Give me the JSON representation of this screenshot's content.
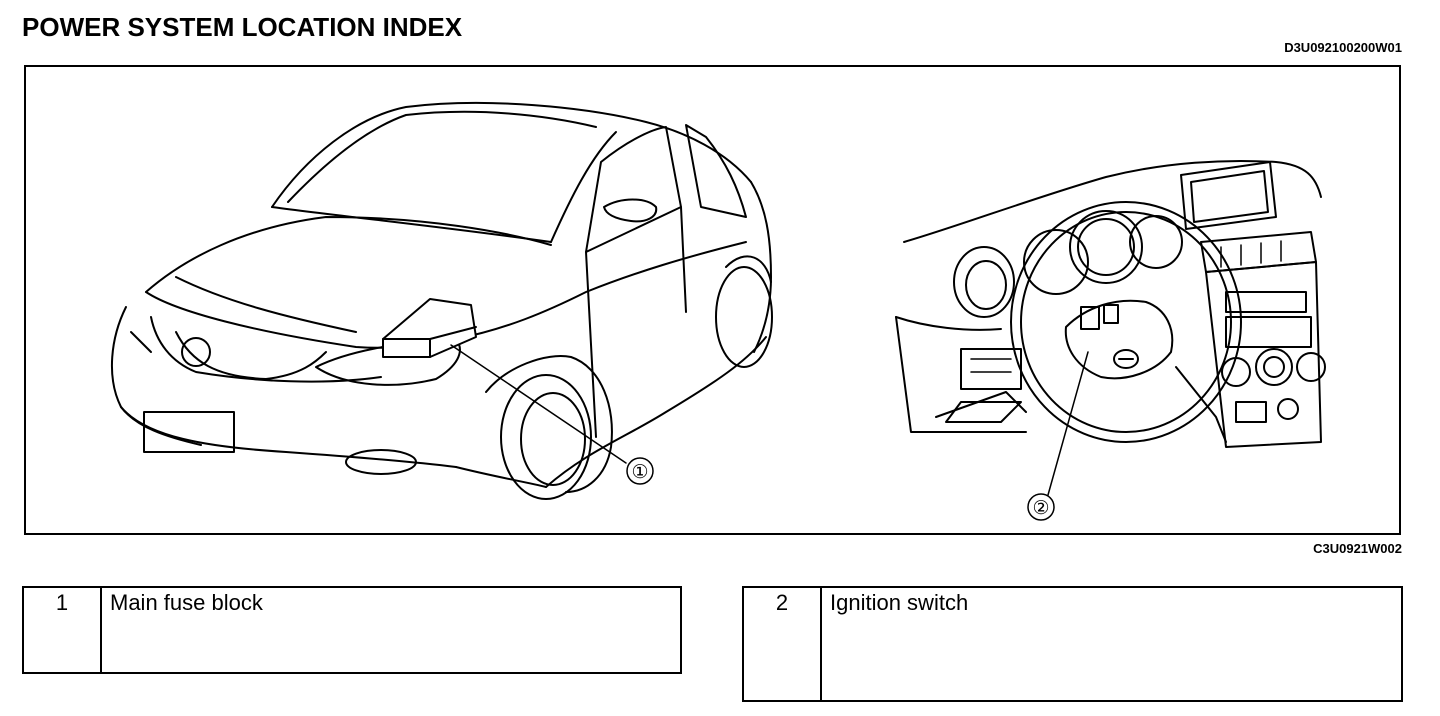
{
  "header": {
    "title": "POWER SYSTEM LOCATION INDEX",
    "doc_code": "D3U092100200W01"
  },
  "figure": {
    "code": "C3U0921W002",
    "callouts": [
      {
        "number": "①"
      },
      {
        "number": "②"
      }
    ]
  },
  "legend": [
    {
      "number": "1",
      "label": "Main fuse block"
    },
    {
      "number": "2",
      "label": "Ignition switch"
    }
  ]
}
